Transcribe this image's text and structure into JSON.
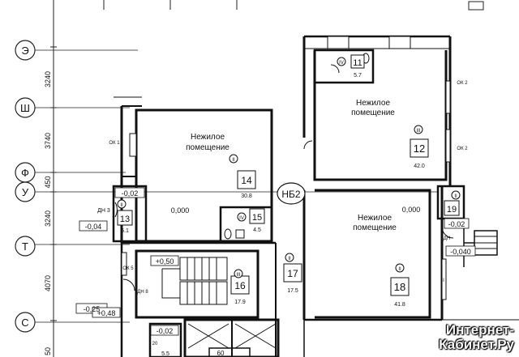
{
  "axes": [
    {
      "id": "axis-e",
      "label": "Э"
    },
    {
      "id": "axis-sh",
      "label": "Ш"
    },
    {
      "id": "axis-f",
      "label": "Ф"
    },
    {
      "id": "axis-u",
      "label": "У"
    },
    {
      "id": "axis-t",
      "label": "Т"
    },
    {
      "id": "axis-s",
      "label": "С"
    }
  ],
  "dimensions": [
    "3240",
    "3740",
    "450",
    "3240",
    "4070"
  ],
  "bottom_dimension": "50",
  "rooms": {
    "r11": {
      "num": "11",
      "area": "5.7",
      "roman": "IV"
    },
    "r12": {
      "num": "12",
      "area": "42.0",
      "roman": "III",
      "label_line1": "Нежилое",
      "label_line2": "помещение"
    },
    "r13": {
      "num": "13",
      "area": "5.1",
      "roman": "II"
    },
    "r14": {
      "num": "14",
      "area": "30.8",
      "roman": "II",
      "label_line1": "Нежилое",
      "label_line2": "помещение"
    },
    "r15": {
      "num": "15",
      "area": "4.5",
      "roman": "IV"
    },
    "r16": {
      "num": "16",
      "area": "17.9",
      "roman": "III"
    },
    "r17": {
      "num": "17",
      "area": "17.5",
      "roman": "II"
    },
    "r18": {
      "num": "18",
      "area": "41.8",
      "roman": "II",
      "label_line1": "Нежилое",
      "label_line2": "помещение"
    },
    "r19": {
      "num": "19",
      "area": "",
      "roman": "II"
    }
  },
  "levels": {
    "l1": "-0,02",
    "l2": "0,000",
    "l3": "-0,04",
    "l4": "+0,50",
    "l5": "-0,25",
    "l6": "+0,48",
    "l7": "0,000",
    "l8": "-0,02",
    "l9": "-0,040",
    "l10": "-0,02"
  },
  "marks": {
    "ok1": "ОК 1",
    "ok2a": "ОК 2",
    "ok2b": "ОК 2",
    "ok5": "ОК 5",
    "dn3": "ДН 3",
    "dn8": "ДН 8",
    "dn": "ДН",
    "romanI": "I",
    "b60": "60",
    "b55": "5.5",
    "b_top": "20"
  },
  "section_mark": "НБ2",
  "watermark": {
    "line1": "Интернет-",
    "line2": "Кабинет.Ру"
  }
}
